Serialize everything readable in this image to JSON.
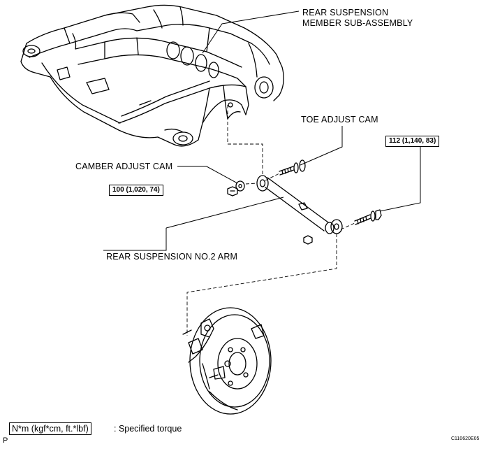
{
  "labels": {
    "rear_member_line1": "REAR SUSPENSION",
    "rear_member_line2": "MEMBER SUB-ASSEMBLY",
    "toe_adjust_cam": "TOE ADJUST CAM",
    "camber_adjust_cam": "CAMBER ADJUST CAM",
    "no2_arm": "REAR SUSPENSION NO.2 ARM"
  },
  "torque": {
    "nut_left": "100 (1,020, 74)",
    "bolt_right": "112 (1,140, 83)"
  },
  "legend": {
    "units": "N*m (kgf*cm, ft.*lbf)",
    "meaning": ": Specified torque"
  },
  "figure_code": "C110620E05",
  "corner_letter": "P"
}
